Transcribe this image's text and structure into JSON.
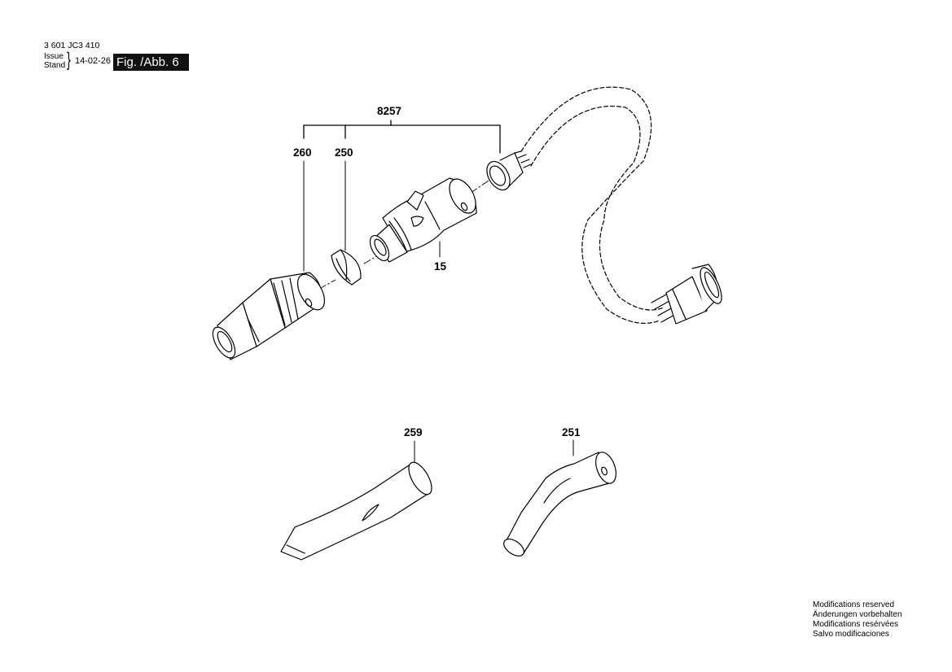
{
  "header": {
    "doc_number": "3 601 JC3 410",
    "issue_label": "Issue",
    "stand_label": "Stand",
    "brace": "}",
    "date": "14-02-26",
    "figure": "Fig. /Abb. 6"
  },
  "callouts": {
    "set": "8257",
    "adapter_nozzle": "260",
    "seal": "250",
    "handle_adapter": "15",
    "crevice_nozzle": "259",
    "bent_tube": "251"
  },
  "notes": [
    "Modifications reserved",
    "Änderungen vorbehalten",
    "Modifications resérvées",
    "Salvo modificaciones"
  ]
}
